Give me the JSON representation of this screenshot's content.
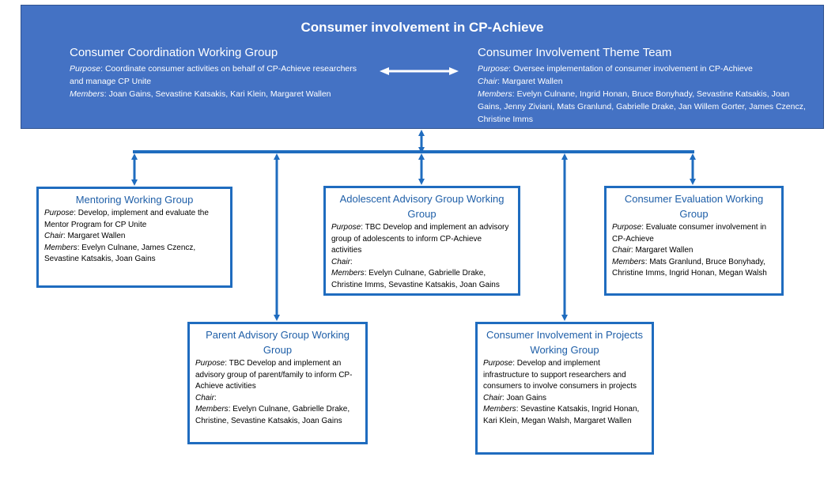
{
  "top": {
    "title": "Consumer involvement in CP-Achieve",
    "left": {
      "heading": "Consumer Coordination Working Group",
      "purpose_label": "Purpose",
      "purpose": ": Coordinate consumer activities on behalf of CP-Achieve researchers and manage CP Unite",
      "members_label": "Members",
      "members": ": Joan Gains, Sevastine Katsakis, Kari Klein, Margaret Wallen"
    },
    "right": {
      "heading": "Consumer Involvement Theme Team",
      "purpose_label": "Purpose",
      "purpose": ": Oversee implementation of consumer involvement in CP-Achieve",
      "chair_label": "Chair",
      "chair": ": Margaret Wallen",
      "members_label": "Members",
      "members": ": Evelyn Culnane, Ingrid Honan, Bruce Bonyhady, Sevastine Katsakis, Joan Gains, Jenny Ziviani, Mats Granlund, Gabrielle Drake, Jan Willem Gorter, James Czencz, Christine Imms"
    }
  },
  "groups": {
    "mentoring": {
      "title": "Mentoring Working Group",
      "purpose_label": "Purpose",
      "purpose": ": Develop, implement and evaluate the Mentor Program for CP Unite",
      "chair_label": "Chair",
      "chair": ": Margaret Wallen",
      "members_label": "Members",
      "members": ": Evelyn Culnane, James Czencz, Sevastine Katsakis, Joan Gains"
    },
    "adolescent": {
      "title": "Adolescent Advisory Group Working Group",
      "purpose_label": "Purpose",
      "purpose": ": TBC Develop and implement an advisory group of adolescents to inform CP-Achieve activities",
      "chair_label": "Chair",
      "chair": ":",
      "members_label": "Members",
      "members": ": Evelyn Culnane, Gabrielle Drake, Christine Imms, Sevastine Katsakis, Joan Gains"
    },
    "evaluation": {
      "title": "Consumer Evaluation Working Group",
      "purpose_label": "Purpose",
      "purpose": ": Evaluate consumer involvement in CP-Achieve",
      "chair_label": "Chair",
      "chair": ": Margaret Wallen",
      "members_label": "Members",
      "members": ": Mats Granlund, Bruce Bonyhady, Christine Imms, Ingrid Honan, Megan Walsh"
    },
    "parent": {
      "title": "Parent Advisory Group Working Group",
      "purpose_label": "Purpose",
      "purpose": ": TBC Develop and implement an advisory group of parent/family to inform CP-Achieve activities",
      "chair_label": "Chair",
      "chair": ":",
      "members_label": "Members",
      "members": ": Evelyn Culnane, Gabrielle Drake, Christine, Sevastine Katsakis, Joan Gains"
    },
    "projects": {
      "title": "Consumer Involvement in Projects Working Group",
      "purpose_label": "Purpose",
      "purpose": ": Develop and implement infrastructure to support researchers and consumers to involve consumers in projects",
      "chair_label": "Chair",
      "chair": ": Joan Gains",
      "members_label": "Members",
      "members": ": Sevastine Katsakis, Ingrid Honan, Kari Klein, Megan Walsh, Margaret Wallen"
    }
  },
  "colors": {
    "panel_fill": "#4472c4",
    "box_border": "#1f6cbf",
    "title_text": "#1f5fa8",
    "connector": "#1f6cbf"
  }
}
